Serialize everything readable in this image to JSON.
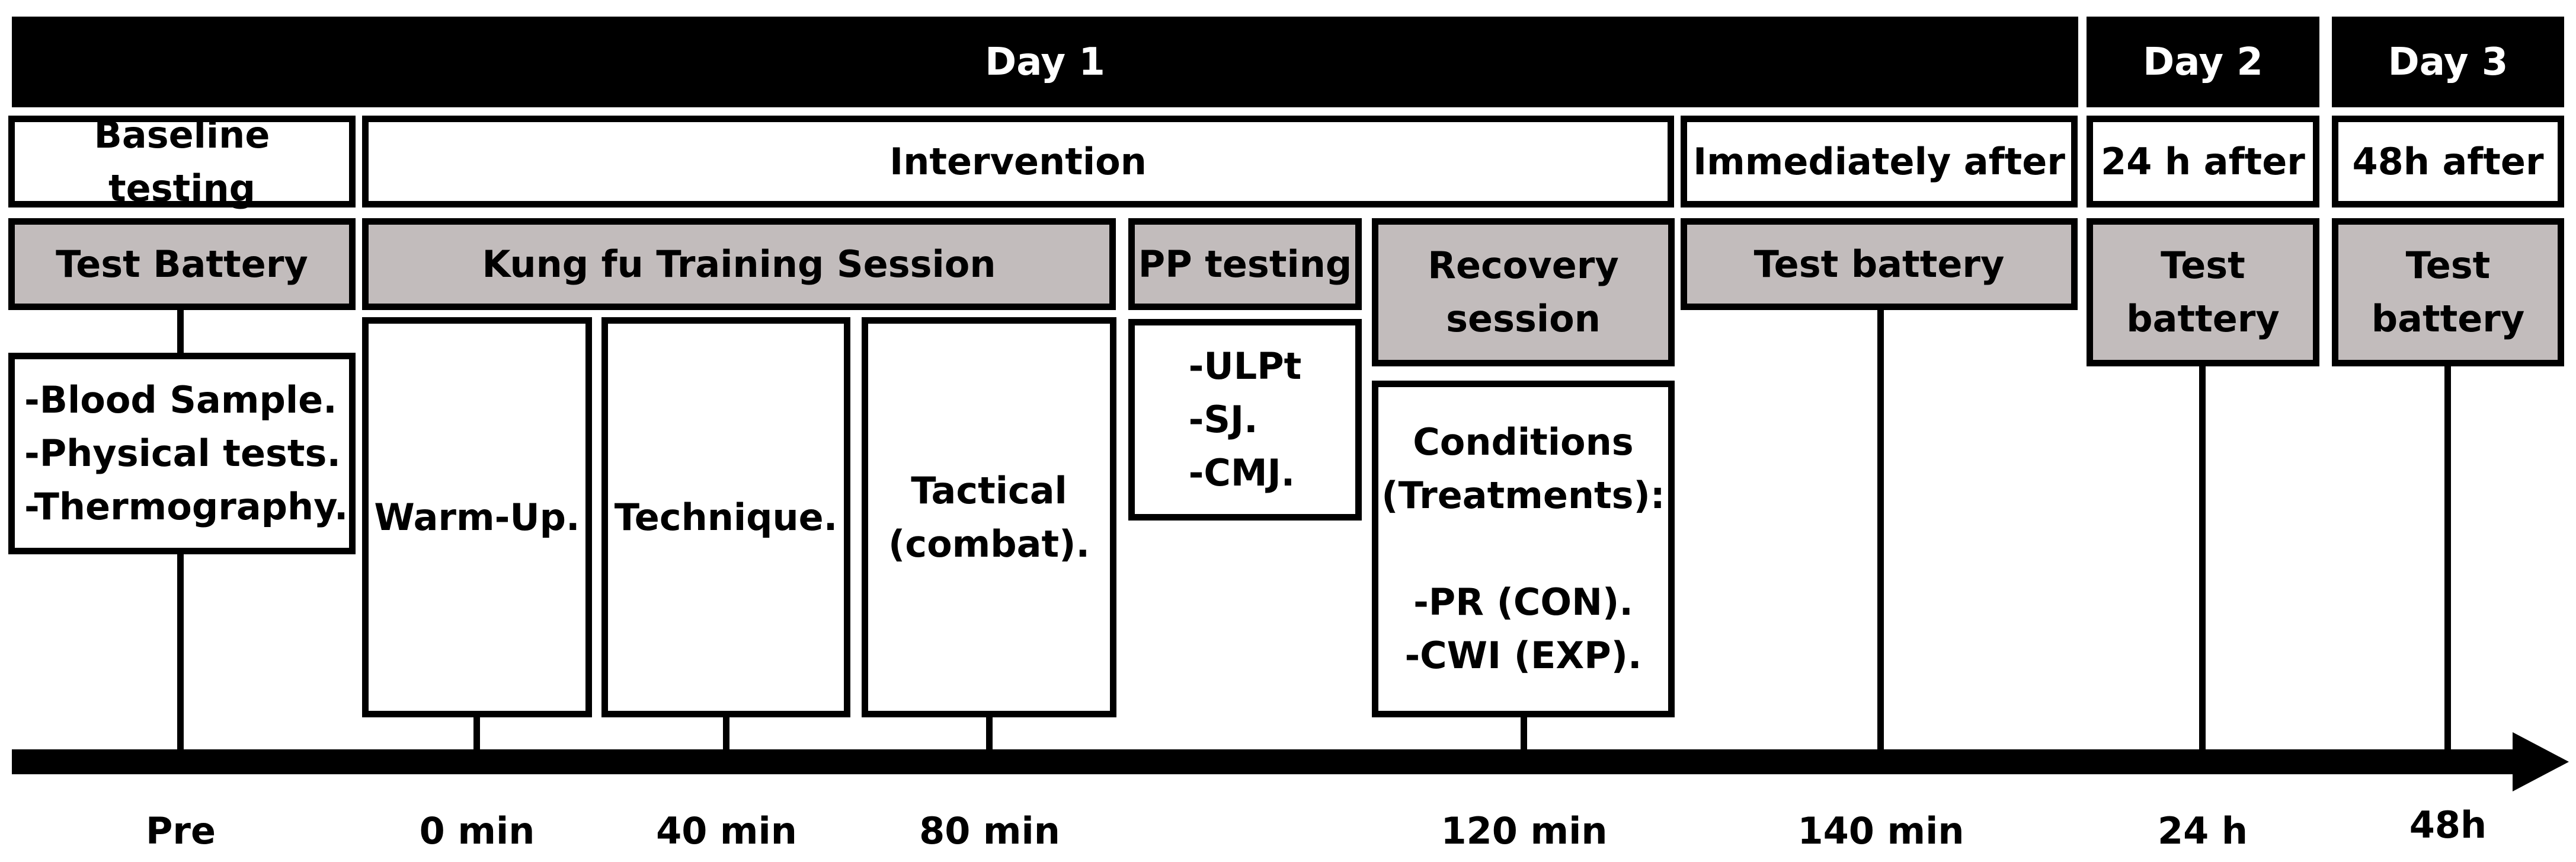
{
  "days": {
    "day1": "Day 1",
    "day2": "Day 2",
    "day3": "Day 3"
  },
  "phases": {
    "baseline": "Baseline testing",
    "intervention": "Intervention",
    "immediately_after": "Immediately after",
    "after_24h": "24 h after",
    "after_48h": "48h after"
  },
  "blocks": {
    "test_battery_pre": "Test Battery",
    "kung_fu": "Kung fu Training Session",
    "pp_testing": "PP testing",
    "recovery": [
      "Recovery",
      "session"
    ],
    "test_battery_140": "Test battery",
    "test_battery_24h": [
      "Test",
      "battery"
    ],
    "test_battery_48h": [
      "Test",
      "battery"
    ]
  },
  "details": {
    "baseline_items": [
      "-Blood Sample.",
      "-Physical tests.",
      "-Thermography."
    ],
    "warm_up": "Warm-Up.",
    "technique": "Technique.",
    "tactical": [
      "Tactical",
      "(combat)."
    ],
    "pp_items": [
      "-ULPt",
      "-SJ.",
      "-CMJ."
    ],
    "conditions_heading": [
      "Conditions",
      "(Treatments):"
    ],
    "conditions_items": [
      "-PR (CON).",
      "-CWI (EXP)."
    ]
  },
  "timeline": {
    "ticks": [
      "Pre",
      "0 min",
      "40 min",
      "80 min",
      "120 min",
      "140 min",
      "24 h",
      "48h"
    ]
  },
  "colors": {
    "header_bar": "#000000",
    "gray_box": "#c2bcbc",
    "box_border": "#000000"
  }
}
